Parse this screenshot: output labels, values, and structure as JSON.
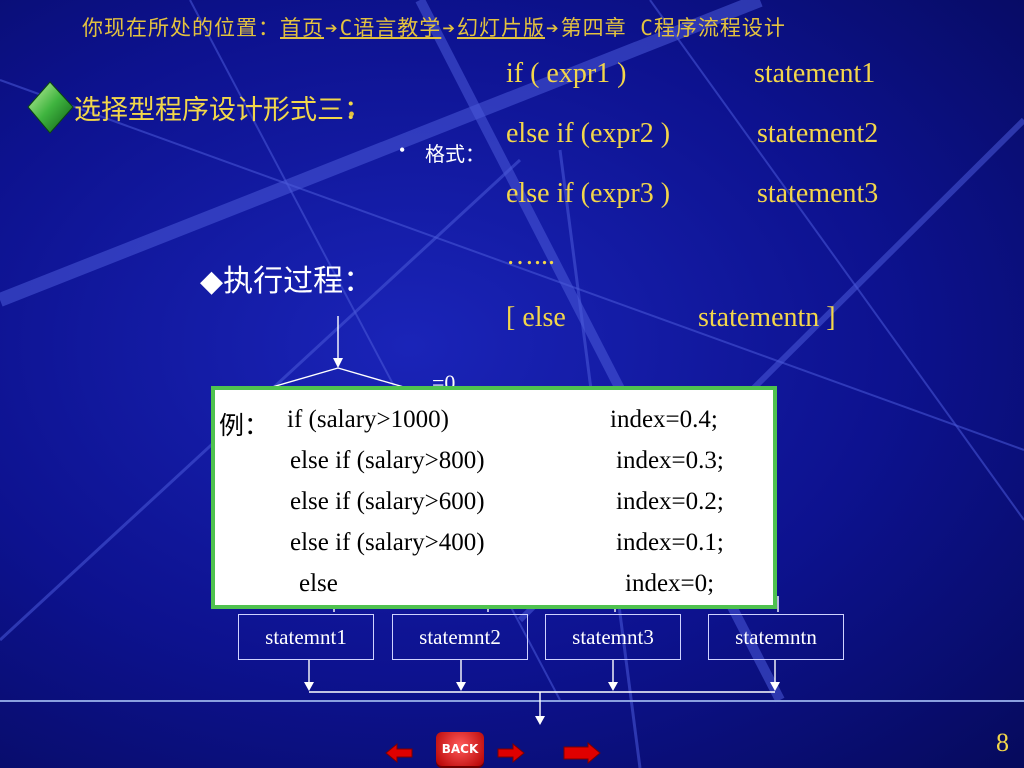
{
  "breadcrumb": {
    "prefix": "你现在所处的位置：",
    "items": [
      {
        "label": "首页",
        "link": true
      },
      {
        "label": "C语言教学",
        "link": true
      },
      {
        "label": "幻灯片版",
        "link": true
      },
      {
        "label": "第四章  C程序流程设计",
        "link": false
      }
    ],
    "separator": "➔"
  },
  "heading": {
    "main": "选择型程序设计形式三：",
    "bullet": "•",
    "format_label": "格式："
  },
  "syntax": [
    {
      "kw": "if ( expr1 )",
      "stmt": "statement1"
    },
    {
      "kw": "else if (expr2 )",
      "stmt": "statement2"
    },
    {
      "kw": "else if (expr3 )",
      "stmt": "statement3"
    },
    {
      "kw": "…...",
      "stmt": ""
    },
    {
      "kw": "[ else",
      "stmt": "statementn  ]"
    }
  ],
  "execution": {
    "heading": "◆执行过程：",
    "zero_label": "=0"
  },
  "example": {
    "label": "例：",
    "lines": [
      {
        "cond": "if (salary>1000)",
        "assign": "index=0.4;"
      },
      {
        "cond": "else if (salary>800)",
        "assign": "index=0.3;"
      },
      {
        "cond": "else if (salary>600)",
        "assign": "index=0.2;"
      },
      {
        "cond": "else if (salary>400)",
        "assign": "index=0.1;"
      },
      {
        "cond": "else",
        "assign": "index=0;"
      }
    ]
  },
  "statements": [
    "statemnt1",
    "statemnt2",
    "statemnt3",
    "statemntn"
  ],
  "navigation": {
    "back_label": "BACK"
  },
  "page_number": "8",
  "colors": {
    "background": "#0c0f8a",
    "accent_yellow": "#f3d64a",
    "box_border": "#4fc24f",
    "nav_red": "#e00000"
  },
  "icons": [
    "diamond-bullet-icon",
    "prev-arrow-icon",
    "next-arrow-icon",
    "end-arrow-icon"
  ]
}
